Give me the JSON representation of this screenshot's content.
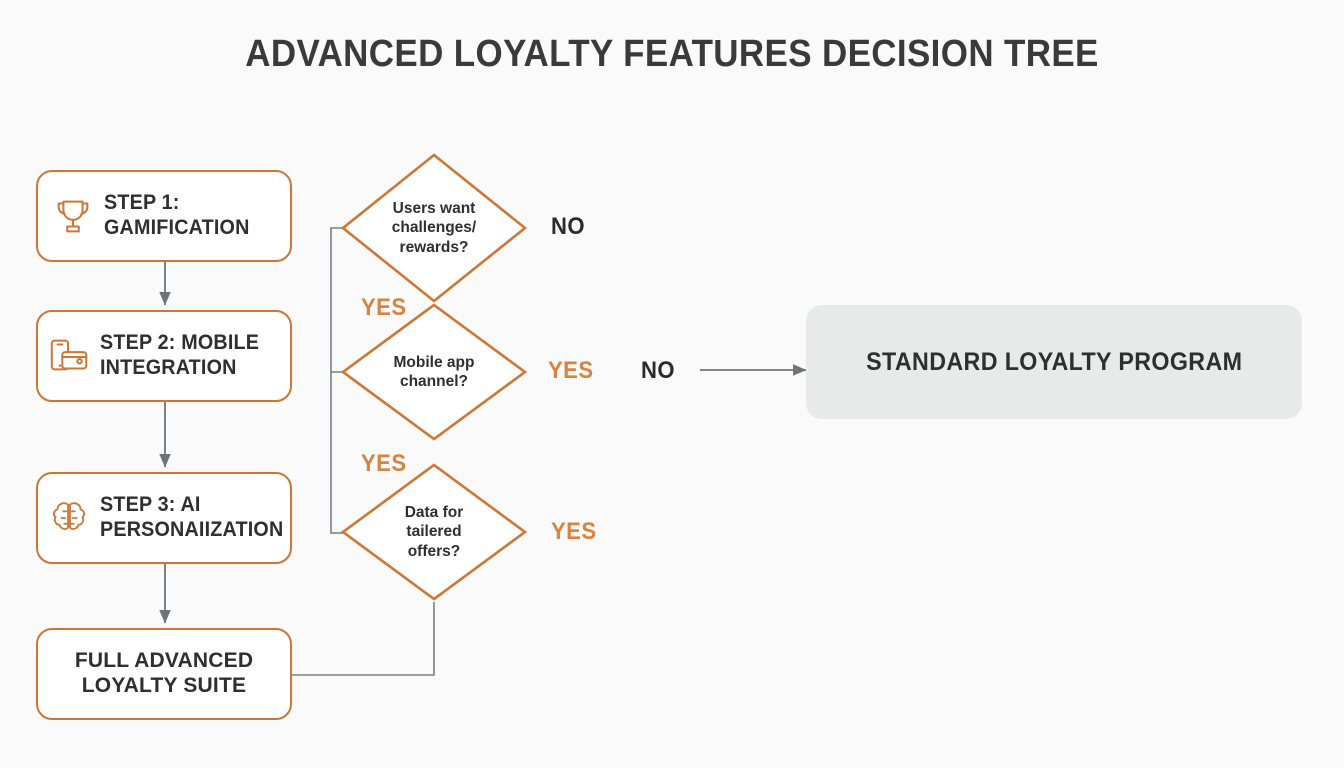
{
  "title": "ADVANCED LOYALTY FEATURES DECISION TREE",
  "colors": {
    "background": "#fafafa",
    "accent_orange": "#cf7634",
    "label_orange": "#da8340",
    "text_dark": "#2f2f2f",
    "connector_gray": "#7a7f85",
    "terminal_fill": "#e8e9e9"
  },
  "steps": [
    {
      "id": "step-1",
      "label": "STEP 1:\nGAMIFICATION",
      "icon": "trophy-icon"
    },
    {
      "id": "step-2",
      "label": "STEP 2: MOBILE\nINTEGRATION",
      "icon": "mobile-wallet-icon"
    },
    {
      "id": "step-3",
      "label": "STEP 3: AI\nPERSONAIIZATION",
      "icon": "brain-icon"
    },
    {
      "id": "outcome-full",
      "label": "FULL ADVANCED\nLOYALTY SUITE",
      "icon": "none"
    }
  ],
  "decisions": [
    {
      "id": "decision-1",
      "text": "Users want\nchallenges/\nrewards?"
    },
    {
      "id": "decision-2",
      "text": "Mobile app\nchannel?"
    },
    {
      "id": "decision-3",
      "text": "Data for\ntailered\noffers?"
    }
  ],
  "branch_labels": [
    {
      "id": "d1-no",
      "text": "NO",
      "kind": "no"
    },
    {
      "id": "d1-yes",
      "text": "YES",
      "kind": "yes"
    },
    {
      "id": "d2-yes",
      "text": "YES",
      "kind": "yes"
    },
    {
      "id": "d2-no",
      "text": "NO",
      "kind": "no"
    },
    {
      "id": "d3-yes-left",
      "text": "YES",
      "kind": "yes"
    },
    {
      "id": "d3-yes-right",
      "text": "YES",
      "kind": "yes"
    }
  ],
  "terminal": {
    "label": "STANDARD LOYALTY PROGRAM"
  }
}
